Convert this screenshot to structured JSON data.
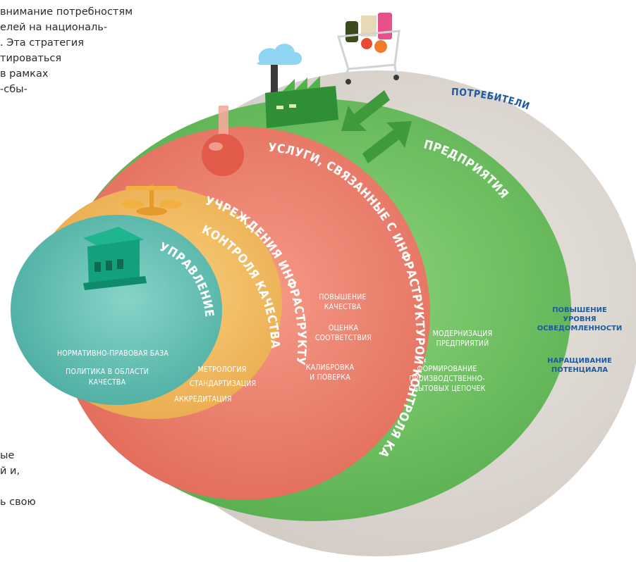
{
  "background_text": {
    "top": "внимание потребностям\nелей на националь-\n. Эта стратегия\nтироваться\nв рамках\n-сбы-",
    "bottom": "ые\nй и,\n\nь свою"
  },
  "rings": {
    "consumers": "ПОТРЕБИТЕЛИ",
    "enterprises": "ПРЕДПРИЯТИЯ",
    "services": "УСЛУГИ, СВЯЗАННЫЕ С ИНФРАСТРУКТУРОЙ КОНТРОЛЯ КАЧЕСТВА",
    "institutions_line1": "УЧРЕЖДЕНИЯ ИНФРАСТРУКТУРЫ",
    "institutions_line2": "КОНТРОЛЯ КАЧЕСТВА",
    "governance": "УПРАВЛЕНИЕ"
  },
  "labels": {
    "governance": [
      "НОРМАТИВНО-ПРАВОВАЯ БАЗА",
      "ПОЛИТИКА В ОБЛАСТИ",
      "КАЧЕСТВА"
    ],
    "institutions": [
      "МЕТРОЛОГИЯ",
      "СТАНДАРТИЗАЦИЯ",
      "АККРЕДИТАЦИЯ"
    ],
    "services": [
      "ПОВЫШЕНИЕ",
      "КАЧЕСТВА",
      "ОЦЕНКА",
      "СООТВЕТСТВИЯ",
      "КАЛИБРОВКА",
      "И ПОВЕРКА"
    ],
    "enterprises": [
      "МОДЕРНИЗАЦИЯ",
      "ПРЕДПРИЯТИЙ",
      "ФОРМИРОВАНИЕ",
      "ПРОИЗВОДСТВЕННО-",
      "СБЫТОВЫХ ЦЕПОЧЕК"
    ],
    "consumers": [
      "ПОВЫШЕНИЕ",
      "УРОВНЯ",
      "ОСВЕДОМЛЕННОСТИ",
      "НАРАЩИВАНИЕ",
      "ПОТЕНЦИАЛА"
    ]
  },
  "colors": {
    "consumers_ring": "#d8d2cc",
    "enterprises_ring": "#6cbf5e",
    "services_ring": "#ec7b6b",
    "institutions_ring": "#f0b85e",
    "governance_ring": "#5fbfb0",
    "blue_text": "#1e5aa0"
  },
  "icons": [
    "factory-icon",
    "shopping-cart-icon",
    "flask-icon",
    "scales-icon",
    "government-building-icon",
    "bidirectional-arrows-icon"
  ]
}
